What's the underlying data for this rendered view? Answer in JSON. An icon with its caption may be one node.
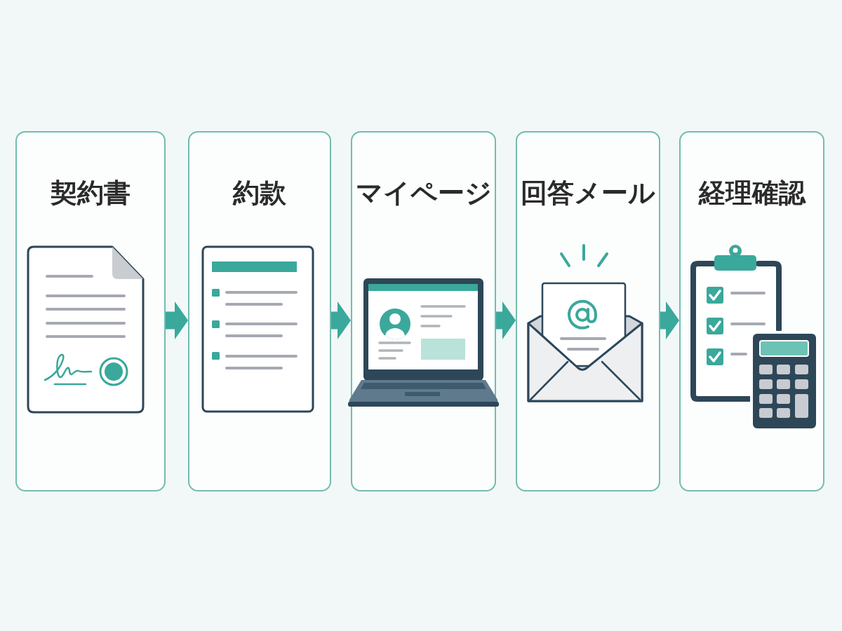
{
  "diagram": {
    "nodes": [
      {
        "text": [
          "契約書"
        ]
      },
      {
        "text": [
          "約款"
        ]
      },
      {
        "text": [
          "マイページ"
        ]
      },
      {
        "text": [
          "回答メール"
        ]
      },
      {
        "text": [
          "経理確認"
        ]
      }
    ],
    "edges": [
      {
        "from": 0,
        "to": 1,
        "arrow": "to"
      },
      {
        "from": 1,
        "to": 2,
        "arrow": "to"
      },
      {
        "from": 2,
        "to": 3,
        "arrow": "to"
      },
      {
        "from": 3,
        "to": 4,
        "arrow": "to"
      }
    ]
  }
}
